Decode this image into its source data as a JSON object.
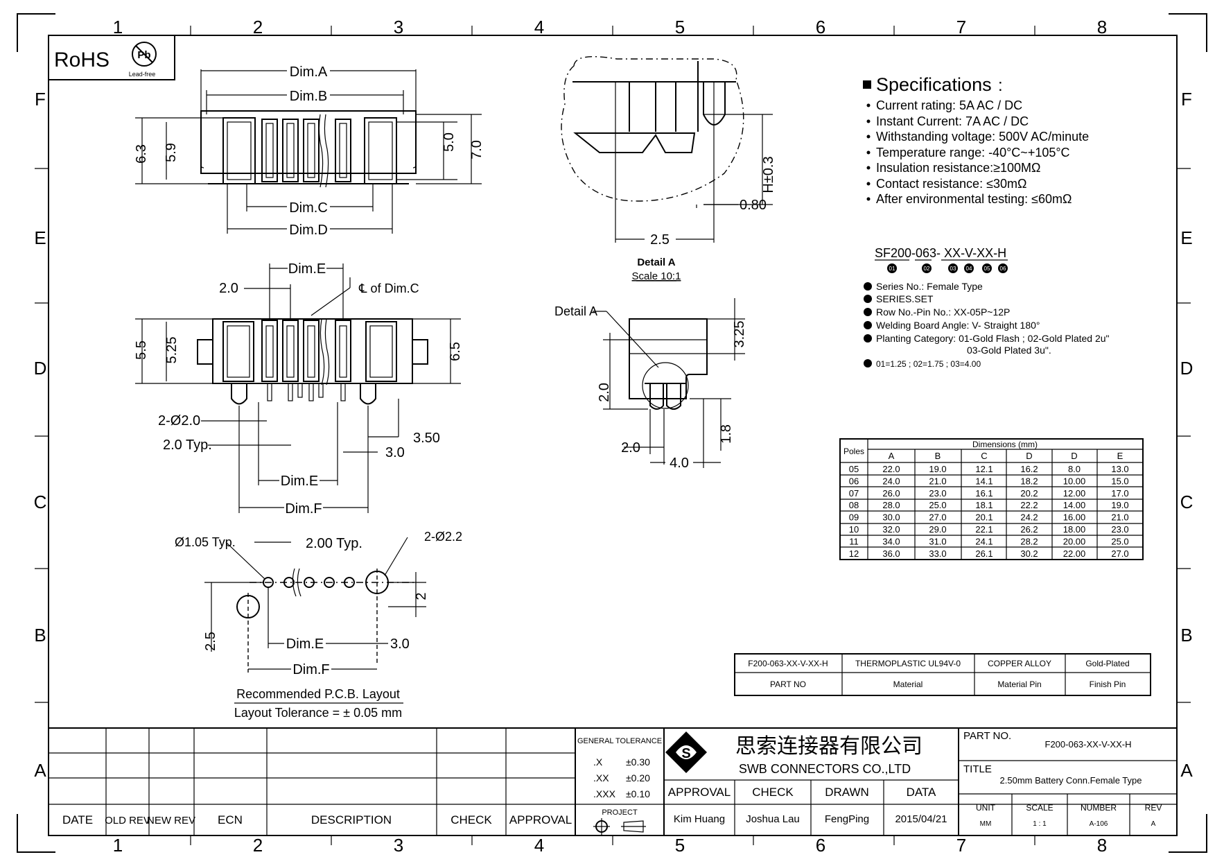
{
  "border": {
    "col_numbers": [
      "1",
      "2",
      "3",
      "4",
      "5",
      "6",
      "7",
      "8"
    ],
    "row_letters": [
      "F",
      "E",
      "D",
      "C",
      "B",
      "A"
    ]
  },
  "rohs": {
    "label": "RoHS",
    "pb": "Pb",
    "lead_free": "Lead-free"
  },
  "top_view": {
    "dim_a": "Dim.A",
    "dim_b": "Dim.B",
    "dim_c": "Dim.C",
    "dim_d": "Dim.D",
    "d63": "6.3",
    "d59": "5.9",
    "d50": "5.0",
    "d70": "7.0"
  },
  "front_view": {
    "dim_e": "Dim.E",
    "d20": "2.0",
    "center_note": "℄ of Dim.C",
    "d55": "5.5",
    "d525": "5.25",
    "d65": "6.5",
    "holes": "2-Ø2.0",
    "pitch": "2.0 Typ.",
    "d350": "3.50",
    "d30": "3.0",
    "dim_e2": "Dim.E",
    "dim_f": "Dim.F"
  },
  "pcb_layout": {
    "pin_dia": "Ø1.05 Typ.",
    "pitch": "2.00 Typ.",
    "post": "2-Ø2.2",
    "d2": "2",
    "d25": "2.5",
    "dim_e": "Dim.E",
    "d30": "3.0",
    "dim_f": "Dim.F",
    "title": "Recommended P.C.B. Layout",
    "tolerance": "Layout Tolerance = ± 0.05 mm"
  },
  "detail_a": {
    "h": "H±0.3",
    "d080": "0.80",
    "d25": "2.5",
    "caption": "Detail A",
    "scale": "Scale 10:1"
  },
  "side_view": {
    "detail_ref": "Detail A",
    "d325": "3.25",
    "d20v": "2.0",
    "d18": "1.8",
    "d20h": "2.0",
    "d40": "4.0"
  },
  "specs": {
    "title": "Specifications",
    "colon": ":",
    "items": [
      "Current rating:  5A  AC / DC",
      "Instant Current:  7A  AC / DC",
      "Withstanding voltage: 500V AC/minute",
      "Temperature range: -40°C~+105°C",
      "Insulation resistance:≥100MΩ",
      "Contact resistance: ≤30mΩ",
      "After environmental testing:  ≤60mΩ"
    ]
  },
  "part_code": {
    "code": "SF200-063- XX-V-XX-H",
    "markers": [
      "01",
      "02",
      "03",
      "04",
      "05",
      "06"
    ],
    "legend": [
      {
        "n": "01",
        "text": "Series No.: Female Type"
      },
      {
        "n": "02",
        "text": "SERIES.SET"
      },
      {
        "n": "03",
        "text": "Row No.-Pin No.:  XX-05P~12P"
      },
      {
        "n": "04",
        "text": "Welding Board Angle:  V- Straight 180°"
      },
      {
        "n": "05",
        "text": "Planting Category: 01-Gold Flash ; 02-Gold Plated 2u\""
      },
      {
        "n": "",
        "text": "03-Gold Plated 3u\"."
      },
      {
        "n": "06",
        "text": "01=1.25 ; 02=1.75 ; 03=4.00"
      }
    ]
  },
  "dim_table": {
    "poles_header": "Poles",
    "group_header": "Dimensions (mm)",
    "columns": [
      "A",
      "B",
      "C",
      "D",
      "D",
      "E"
    ],
    "rows": [
      [
        "05",
        "22.0",
        "19.0",
        "12.1",
        "16.2",
        "8.0",
        "13.0"
      ],
      [
        "06",
        "24.0",
        "21.0",
        "14.1",
        "18.2",
        "10.00",
        "15.0"
      ],
      [
        "07",
        "26.0",
        "23.0",
        "16.1",
        "20.2",
        "12.00",
        "17.0"
      ],
      [
        "08",
        "28.0",
        "25.0",
        "18.1",
        "22.2",
        "14.00",
        "19.0"
      ],
      [
        "09",
        "30.0",
        "27.0",
        "20.1",
        "24.2",
        "16.00",
        "21.0"
      ],
      [
        "10",
        "32.0",
        "29.0",
        "22.1",
        "26.2",
        "18.00",
        "23.0"
      ],
      [
        "11",
        "34.0",
        "31.0",
        "24.1",
        "28.2",
        "20.00",
        "25.0"
      ],
      [
        "12",
        "36.0",
        "33.0",
        "26.1",
        "30.2",
        "22.00",
        "27.0"
      ]
    ]
  },
  "material_table": {
    "values": [
      "F200-063-XX-V-XX-H",
      "THERMOPLASTIC  UL94V-0",
      "COPPER ALLOY",
      "Gold-Plated"
    ],
    "labels": [
      "PART NO",
      "Material",
      "Material Pin",
      "Finish Pin"
    ]
  },
  "title_block": {
    "rev_headers": [
      "DATE",
      "OLD REV",
      "NEW REV",
      "ECN",
      "DESCRIPTION",
      "CHECK",
      "APPROVAL"
    ],
    "general_tolerance": "GENERAL TOLERANCE",
    "tolerances": [
      {
        "k": ".X",
        "v": "±0.30"
      },
      {
        "k": ".XX",
        "v": "±0.20"
      },
      {
        "k": ".XXX",
        "v": "±0.10"
      }
    ],
    "project": "PROJECT",
    "company_cn": "思索连接器有限公司",
    "company_en": "SWB CONNECTORS CO.,LTD",
    "approval_headers": [
      "APPROVAL",
      "CHECK",
      "DRAWN",
      "DATA"
    ],
    "approval_values": [
      "Kim Huang",
      "Joshua Lau",
      "FengPing",
      "2015/04/21"
    ],
    "part_no_label": "PART NO.",
    "part_no": "F200-063-XX-V-XX-H",
    "title_label": "TITLE",
    "title": "2.50mm Battery Conn.Female Type",
    "meta_headers": [
      "UNIT",
      "SCALE",
      "NUMBER",
      "REV"
    ],
    "meta_values": [
      "MM",
      "1 : 1",
      "A-106",
      "A"
    ]
  }
}
